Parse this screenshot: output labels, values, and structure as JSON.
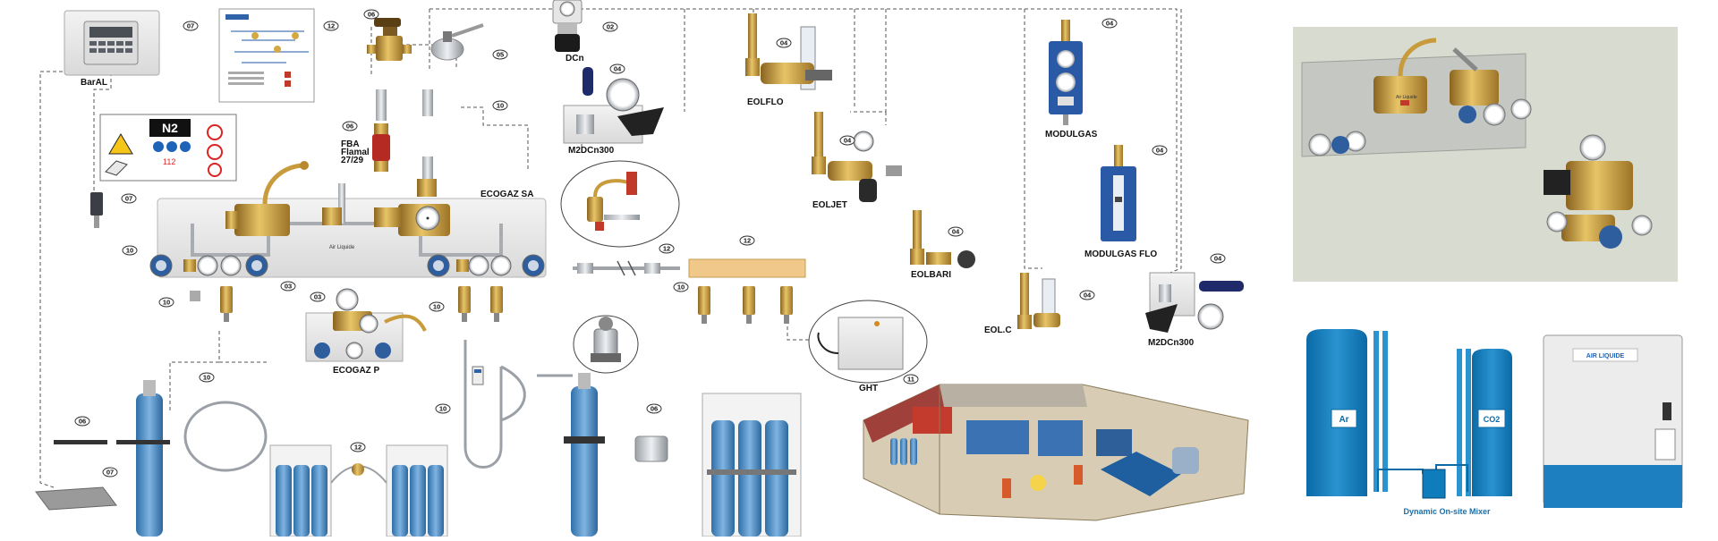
{
  "colors": {
    "brass": "#c89b3c",
    "cylinder_blue": "#3f86c4",
    "mixer_blue": "#0f7cbc",
    "panel_grey": "#e4e4e4",
    "line": "#555555"
  },
  "diagram": {
    "labels": {
      "baral": "BarAL",
      "dcn": "DCn",
      "eolflo": "EOLFLO",
      "m2dcn300_a": "M2DCn300",
      "fba": "FBA",
      "flamal": "Flamal",
      "fba_code": "27/29",
      "ecogaz_sa": "ECOGAZ SA",
      "eoljet": "EOLJET",
      "modulgas": "MODULGAS",
      "modulgas_flo": "MODULGAS FLO",
      "eolbari": "EOLBARI",
      "eol_c": "EOL.C",
      "m2dcn300_b": "M2DCn300",
      "ecogaz_p": "ECOGAZ P",
      "ght": "GHT"
    },
    "callouts": {
      "c07_baral": "07",
      "c12_doc": "12",
      "c06_valve": "06",
      "c05_ball": "05",
      "c02_dcn": "02",
      "c04_m2": "04",
      "c04_eolflo": "04",
      "c04_eoljet": "04",
      "c04_modulgas": "04",
      "c04_modflo": "04",
      "c04_eolbari": "04",
      "c04_eolc": "04",
      "c04_m2b": "04",
      "c10_line": "10",
      "c06_fba": "06",
      "c07_sensor": "07",
      "c10_left": "10",
      "c12_pipe": "12",
      "c12_manifold": "12",
      "c10_manifold": "10",
      "c10_under": "10",
      "c03_under": "03",
      "c03_ecop": "03",
      "c10_mid": "10",
      "c10_hose": "10",
      "c10_pigtail": "10",
      "c06_left": "06",
      "c07_bottom": "07",
      "c12_rack": "12",
      "c06_right": "06",
      "c11_ght": "11"
    },
    "sign": {
      "gas": "N2",
      "phone": "112"
    },
    "panel_brand": "Air Liquide",
    "panel3d_brand": "Air Liquide"
  },
  "mixer": {
    "tank_left": "Ar",
    "tank_right": "CO2",
    "caption": "Dynamic On-site Mixer",
    "cabinet_brand": "AIR LIQUIDE"
  }
}
